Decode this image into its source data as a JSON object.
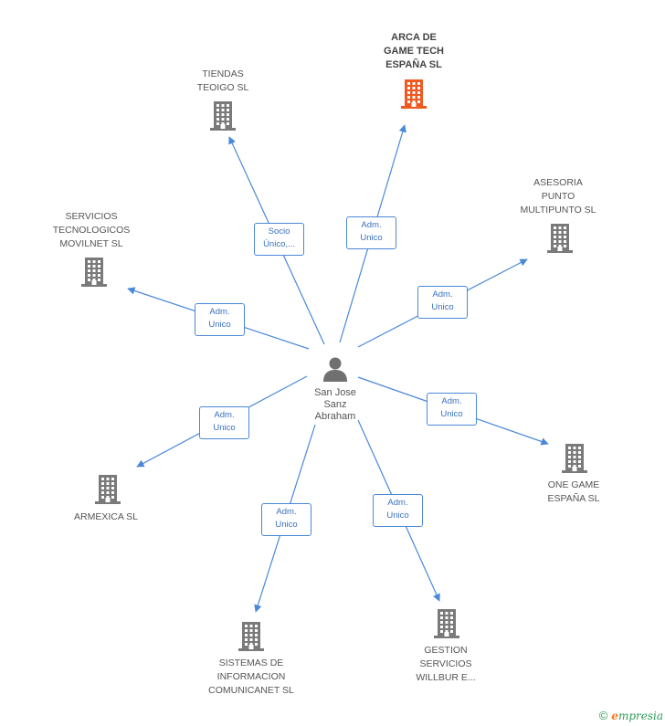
{
  "center": {
    "name_lines": [
      "San Jose",
      "Sanz",
      "Abraham"
    ],
    "icon": "person-icon"
  },
  "companies": [
    {
      "id": "arca",
      "lines": [
        "ARCA DE",
        "GAME TECH",
        "ESPAÑA SL"
      ],
      "highlight": true,
      "icon": "building-icon"
    },
    {
      "id": "tiendas",
      "lines": [
        "TIENDAS",
        "TEOIGO SL"
      ],
      "highlight": false,
      "icon": "building-icon"
    },
    {
      "id": "servicios",
      "lines": [
        "SERVICIOS",
        "TECNOLOGICOS",
        "MOVILNET SL"
      ],
      "highlight": false,
      "icon": "building-icon"
    },
    {
      "id": "asesoria",
      "lines": [
        "ASESORIA",
        "PUNTO",
        "MULTIPUNTO SL"
      ],
      "highlight": false,
      "icon": "building-icon"
    },
    {
      "id": "onegame",
      "lines": [
        "ONE GAME",
        "ESPAÑA SL"
      ],
      "highlight": false,
      "icon": "building-icon"
    },
    {
      "id": "armexica",
      "lines": [
        "ARMEXICA SL"
      ],
      "highlight": false,
      "icon": "building-icon"
    },
    {
      "id": "sistemas",
      "lines": [
        "SISTEMAS DE",
        "INFORMACION",
        "COMUNICANET SL"
      ],
      "highlight": false,
      "icon": "building-icon"
    },
    {
      "id": "gestion",
      "lines": [
        "GESTION",
        "SERVICIOS",
        "WILLBUR E..."
      ],
      "highlight": false,
      "icon": "building-icon"
    }
  ],
  "relations": [
    {
      "target": "arca",
      "lines": [
        "Adm.",
        "Unico"
      ]
    },
    {
      "target": "tiendas",
      "lines": [
        "Socio",
        "Único,..."
      ]
    },
    {
      "target": "servicios",
      "lines": [
        "Adm.",
        "Unico"
      ]
    },
    {
      "target": "asesoria",
      "lines": [
        "Adm.",
        "Unico"
      ]
    },
    {
      "target": "onegame",
      "lines": [
        "Adm.",
        "Unico"
      ]
    },
    {
      "target": "armexica",
      "lines": [
        "Adm.",
        "Unico"
      ]
    },
    {
      "target": "sistemas",
      "lines": [
        "Adm.",
        "Unico"
      ]
    },
    {
      "target": "gestion",
      "lines": [
        "Adm.",
        "Unico"
      ]
    }
  ],
  "colors": {
    "edge": "#4a88d8",
    "building": "#7a7a7a",
    "building_highlight": "#f05a22",
    "person": "#707070"
  },
  "footer": {
    "copyright_symbol": "©",
    "brand_initial": "e",
    "brand_rest": "mpresia"
  }
}
